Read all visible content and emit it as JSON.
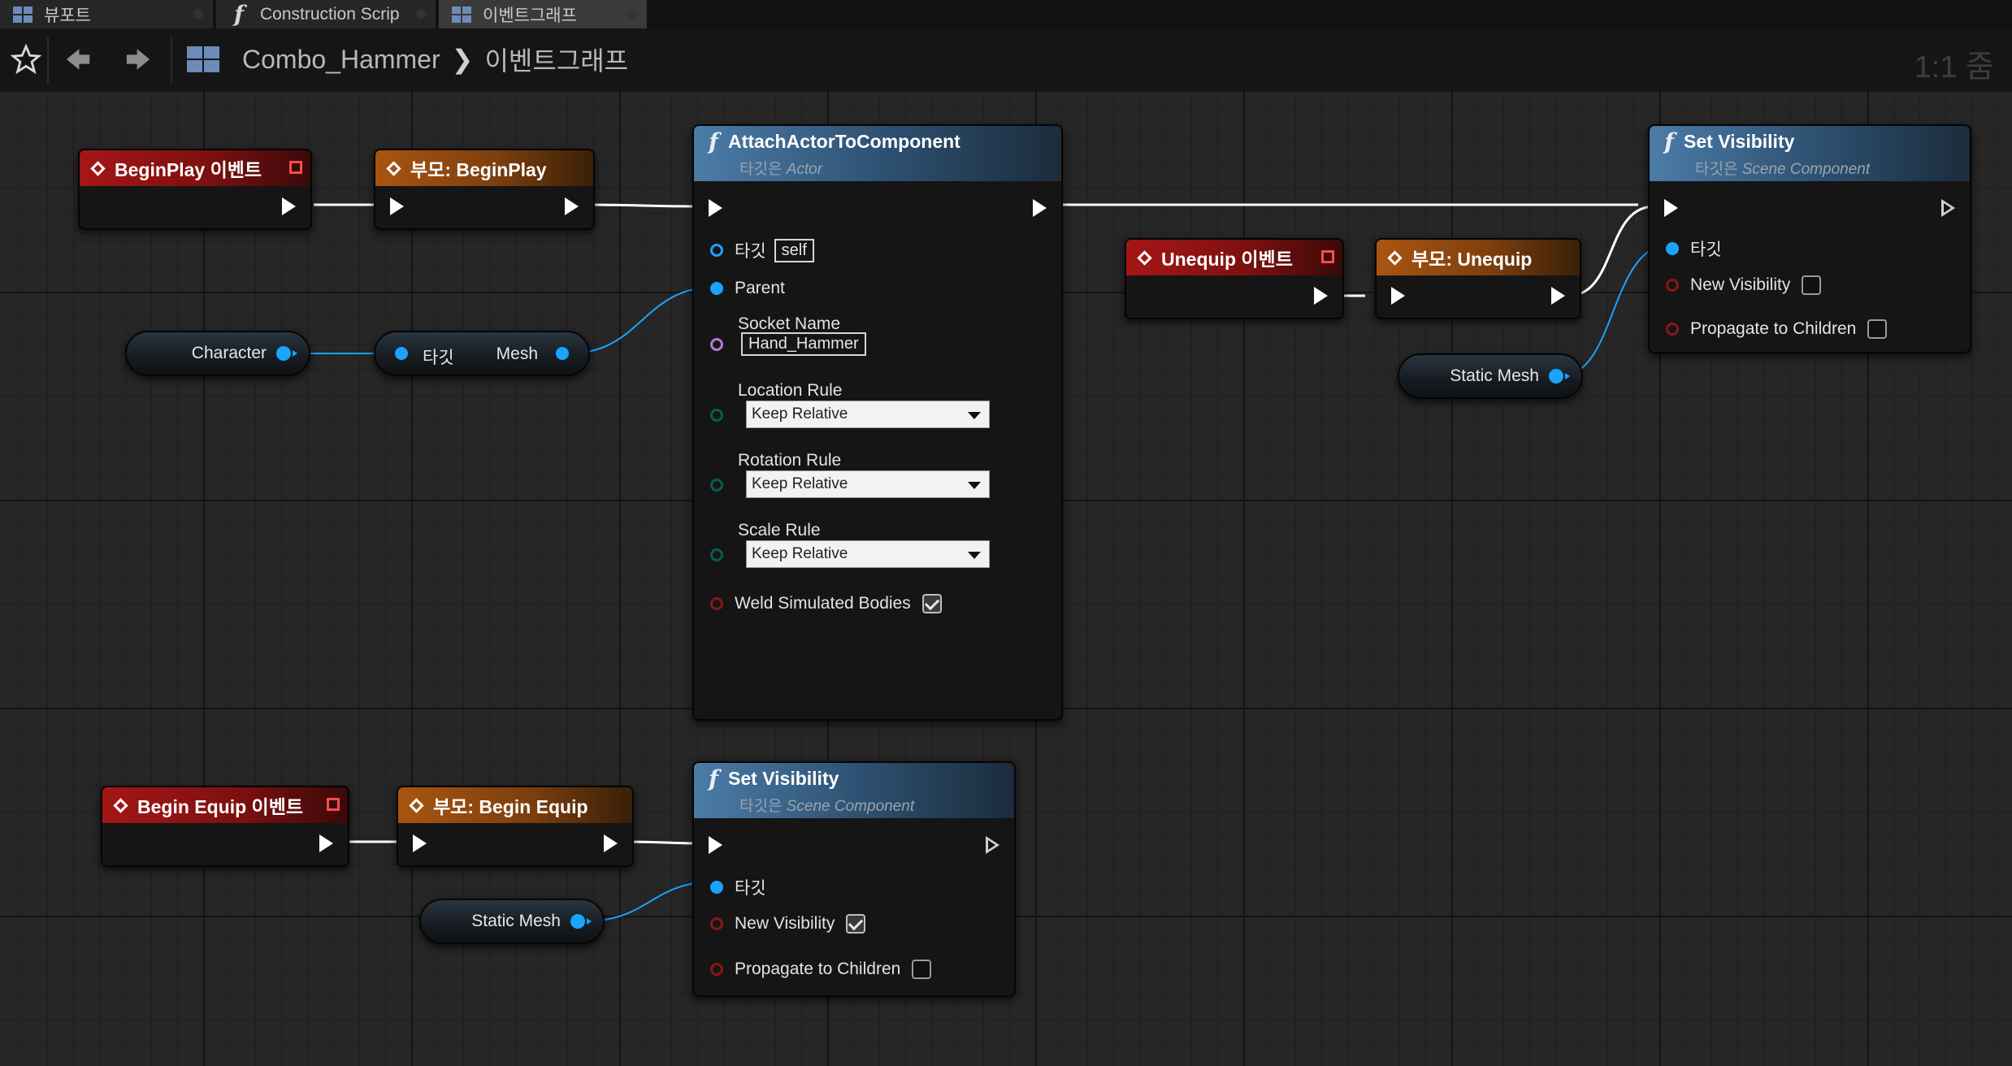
{
  "tabs": [
    {
      "label": "뷰포트",
      "icon": "grid-icon"
    },
    {
      "label": "Construction Scrip",
      "icon": "function-icon"
    },
    {
      "label": "이벤트그래프",
      "icon": "grid-icon"
    }
  ],
  "breadcrumb": {
    "blueprint": "Combo_Hammer",
    "graph": "이벤트그래프"
  },
  "zoom": "1:1 줌",
  "nodes": {
    "beginplay_event": {
      "title": "BeginPlay 이벤트"
    },
    "parent_beginplay": {
      "title": "부모: BeginPlay"
    },
    "attach": {
      "title": "AttachActorToComponent",
      "subtitle_prefix": "타깃은",
      "subtitle_class": "Actor",
      "target_label": "타깃",
      "target_value": "self",
      "parent_label": "Parent",
      "socket_label": "Socket Name",
      "socket_value": "Hand_Hammer",
      "location_label": "Location Rule",
      "location_value": "Keep Relative",
      "rotation_label": "Rotation Rule",
      "rotation_value": "Keep Relative",
      "scale_label": "Scale Rule",
      "scale_value": "Keep Relative",
      "weld_label": "Weld Simulated Bodies",
      "weld_checked": true
    },
    "character_var": {
      "label": "Character"
    },
    "mesh_getter": {
      "target_label": "타깃",
      "output_label": "Mesh"
    },
    "unequip_event": {
      "title": "Unequip 이벤트"
    },
    "parent_unequip": {
      "title": "부모: Unequip"
    },
    "set_visibility_top": {
      "title": "Set Visibility",
      "subtitle_prefix": "타깃은",
      "subtitle_class": "Scene Component",
      "target_label": "타깃",
      "new_visibility_label": "New Visibility",
      "new_visibility_checked": false,
      "propagate_label": "Propagate to Children",
      "propagate_checked": false
    },
    "static_mesh_top": {
      "label": "Static Mesh"
    },
    "begin_equip_event": {
      "title": "Begin Equip 이벤트"
    },
    "parent_begin_equip": {
      "title": "부모: Begin Equip"
    },
    "set_visibility_bottom": {
      "title": "Set Visibility",
      "subtitle_prefix": "타깃은",
      "subtitle_class": "Scene Component",
      "target_label": "타깃",
      "new_visibility_label": "New Visibility",
      "new_visibility_checked": true,
      "propagate_label": "Propagate to Children",
      "propagate_checked": false
    },
    "static_mesh_bottom": {
      "label": "Static Mesh"
    }
  },
  "colors": {
    "event_header": "#a51616",
    "parent_header": "#a85510",
    "function_header": "#4b7ca8",
    "exec_wire": "#ffffff",
    "object_pin": "#1aa3ff"
  }
}
